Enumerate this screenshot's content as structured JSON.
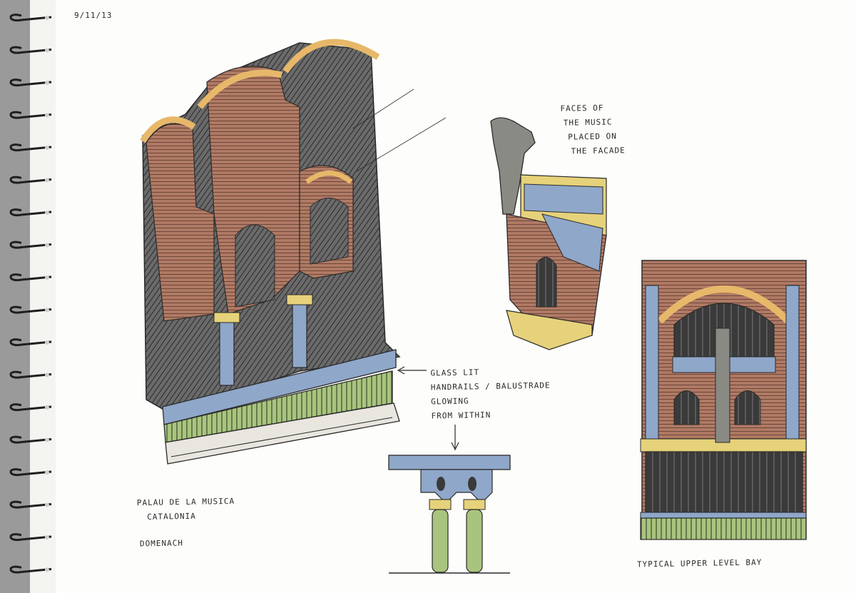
{
  "sketchbook": {
    "date": "9/11/13",
    "notes": {
      "faces": [
        "FACES OF",
        "THE MUSIC",
        "PLACED ON",
        "THE FACADE"
      ],
      "glass": [
        "GLASS LIT",
        "HANDRAILS / BALUSTRADE",
        "GLOWING",
        "FROM WITHIN"
      ],
      "title": [
        "PALAU DE LA MUSICA",
        "CATALONIA"
      ],
      "architect": "DOMENACH",
      "bay_caption": "TYPICAL UPPER LEVEL BAY"
    }
  },
  "colors": {
    "ink": "#2a2a2a",
    "brick": "#b07a64",
    "arch_trim": "#e7b86a",
    "column_blue": "#8fa7c9",
    "railing_green": "#a9c47e",
    "gold": "#e6d27a",
    "shadow": "#5c5c5c",
    "paper": "#fdfdfb"
  },
  "icons": [
    "spiral-binding-icon",
    "arrow-icon"
  ]
}
